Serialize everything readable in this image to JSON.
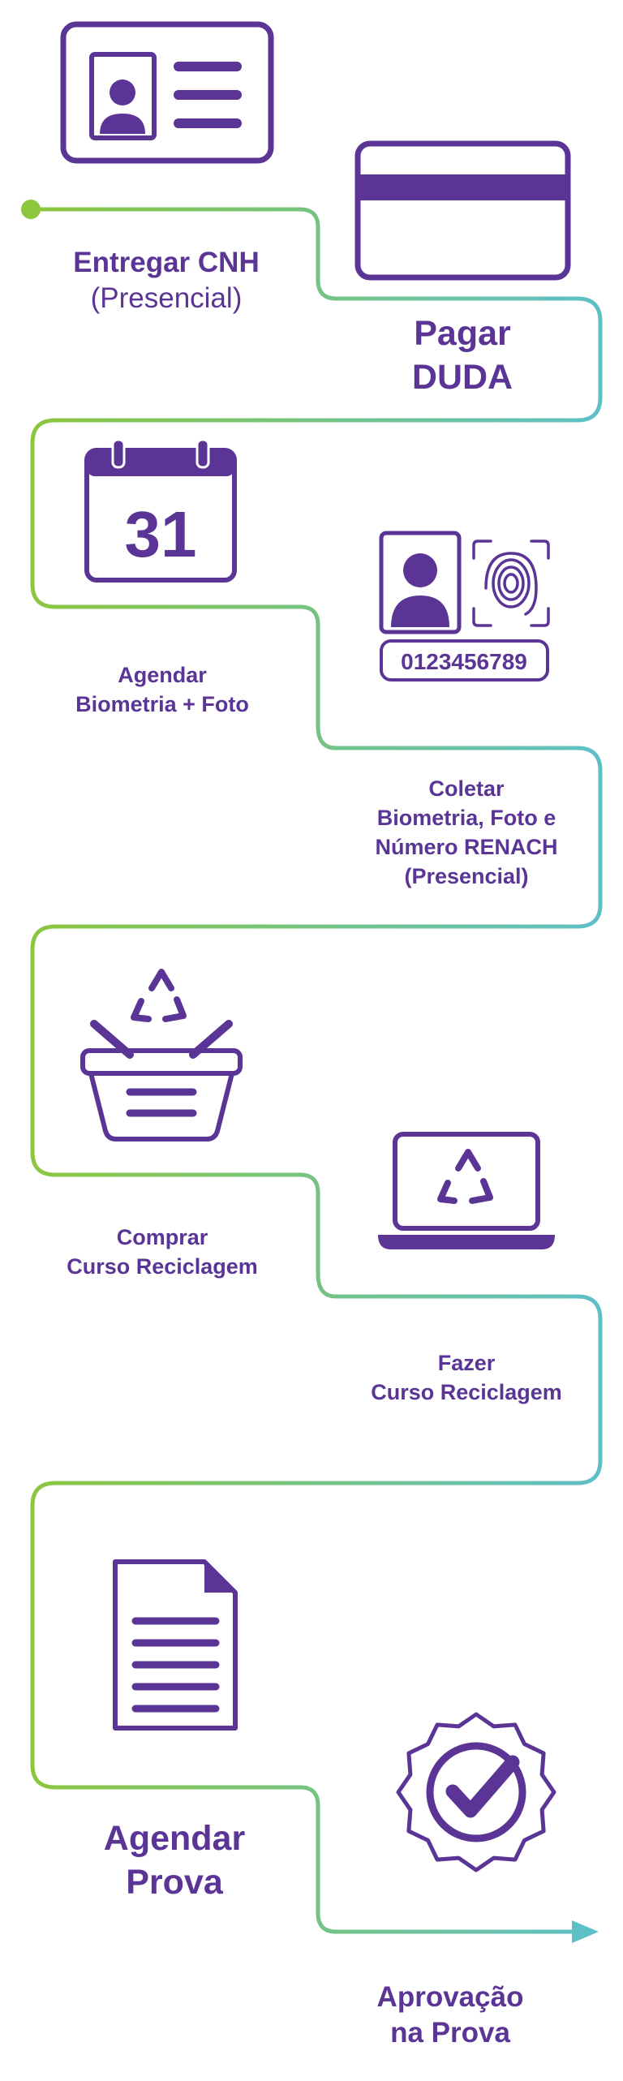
{
  "flow_colors": {
    "start": "#8cc63f",
    "end": "#5ec0c7",
    "accent": "#5b3596"
  },
  "steps": [
    {
      "id": "entregar-cnh",
      "icon": "id-card-icon",
      "lines": [
        "Entregar CNH"
      ],
      "sub": "(Presencial)"
    },
    {
      "id": "pagar-duda",
      "icon": "credit-card-icon",
      "lines": [
        "Pagar",
        "DUDA"
      ]
    },
    {
      "id": "agendar-biometria",
      "icon": "calendar-icon",
      "calendar_day": "31",
      "lines": [
        "Agendar",
        "Biometria + Foto"
      ]
    },
    {
      "id": "coletar-biometria",
      "icon": "biometrics-icon",
      "renach_number": "0123456789",
      "lines": [
        "Coletar",
        "Biometria, Foto e",
        "Número RENACH",
        "(Presencial)"
      ]
    },
    {
      "id": "comprar-curso",
      "icon": "recycle-basket-icon",
      "lines": [
        "Comprar",
        "Curso Reciclagem"
      ]
    },
    {
      "id": "fazer-curso",
      "icon": "recycle-laptop-icon",
      "lines": [
        "Fazer",
        "Curso Reciclagem"
      ]
    },
    {
      "id": "agendar-prova",
      "icon": "document-icon",
      "lines": [
        "Agendar",
        "Prova"
      ]
    },
    {
      "id": "aprovacao-prova",
      "icon": "approval-badge-icon",
      "lines": [
        "Aprovação",
        "na Prova"
      ]
    }
  ]
}
